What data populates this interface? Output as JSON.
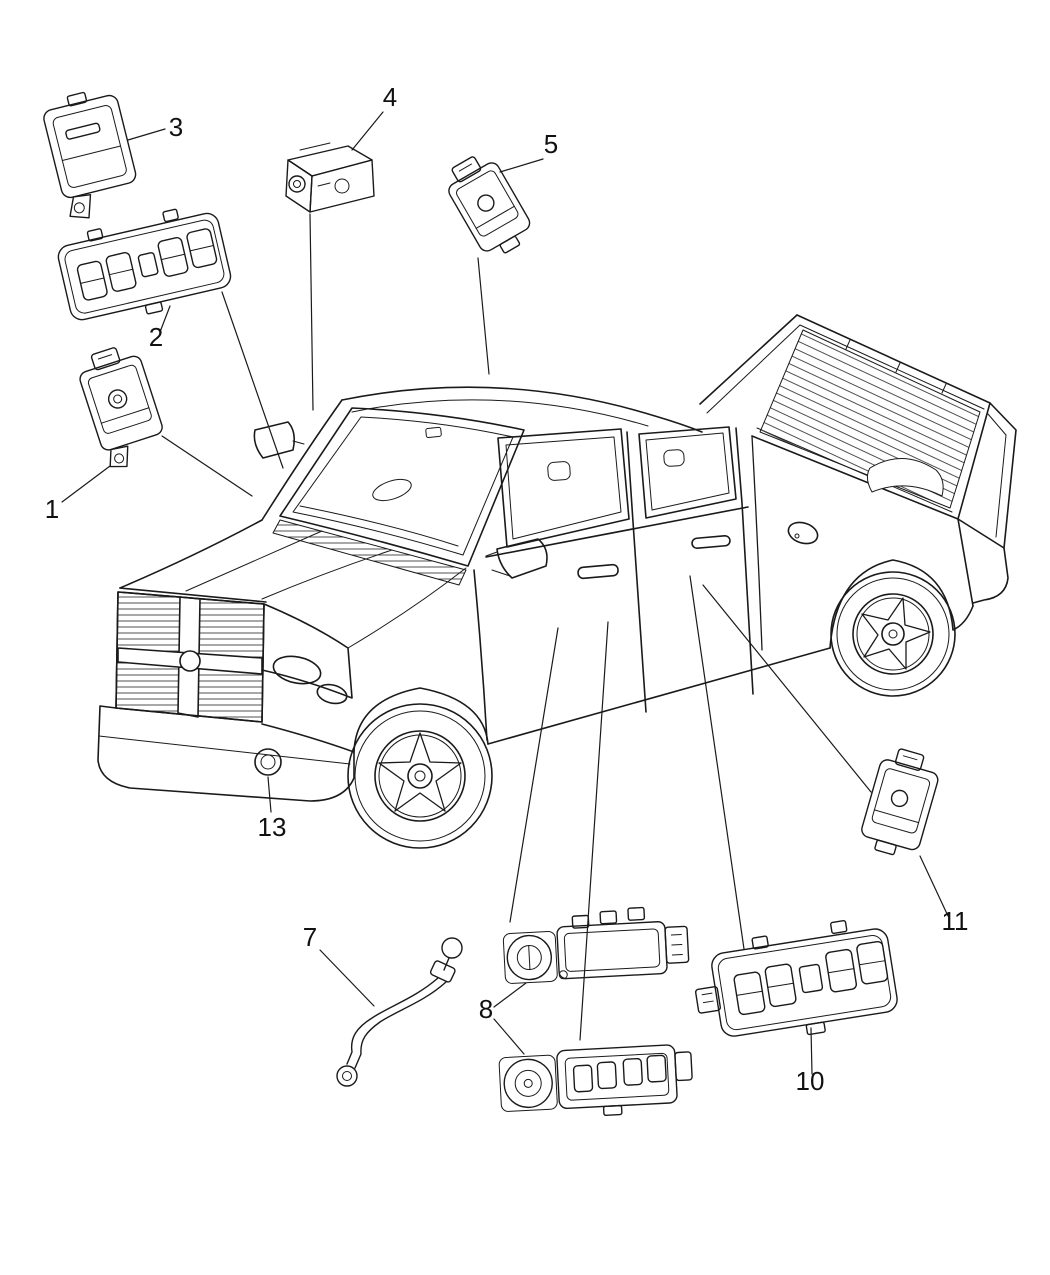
{
  "diagram": {
    "background_color": "#ffffff",
    "line_color": "#1a1a1a",
    "text_color": "#111111"
  },
  "callouts": [
    {
      "id": "callout-1",
      "label": "1"
    },
    {
      "id": "callout-2",
      "label": "2"
    },
    {
      "id": "callout-3",
      "label": "3"
    },
    {
      "id": "callout-4",
      "label": "4"
    },
    {
      "id": "callout-5",
      "label": "5"
    },
    {
      "id": "callout-7",
      "label": "7"
    },
    {
      "id": "callout-8",
      "label": "8"
    },
    {
      "id": "callout-10",
      "label": "10"
    },
    {
      "id": "callout-11",
      "label": "11"
    },
    {
      "id": "callout-13",
      "label": "13"
    }
  ]
}
